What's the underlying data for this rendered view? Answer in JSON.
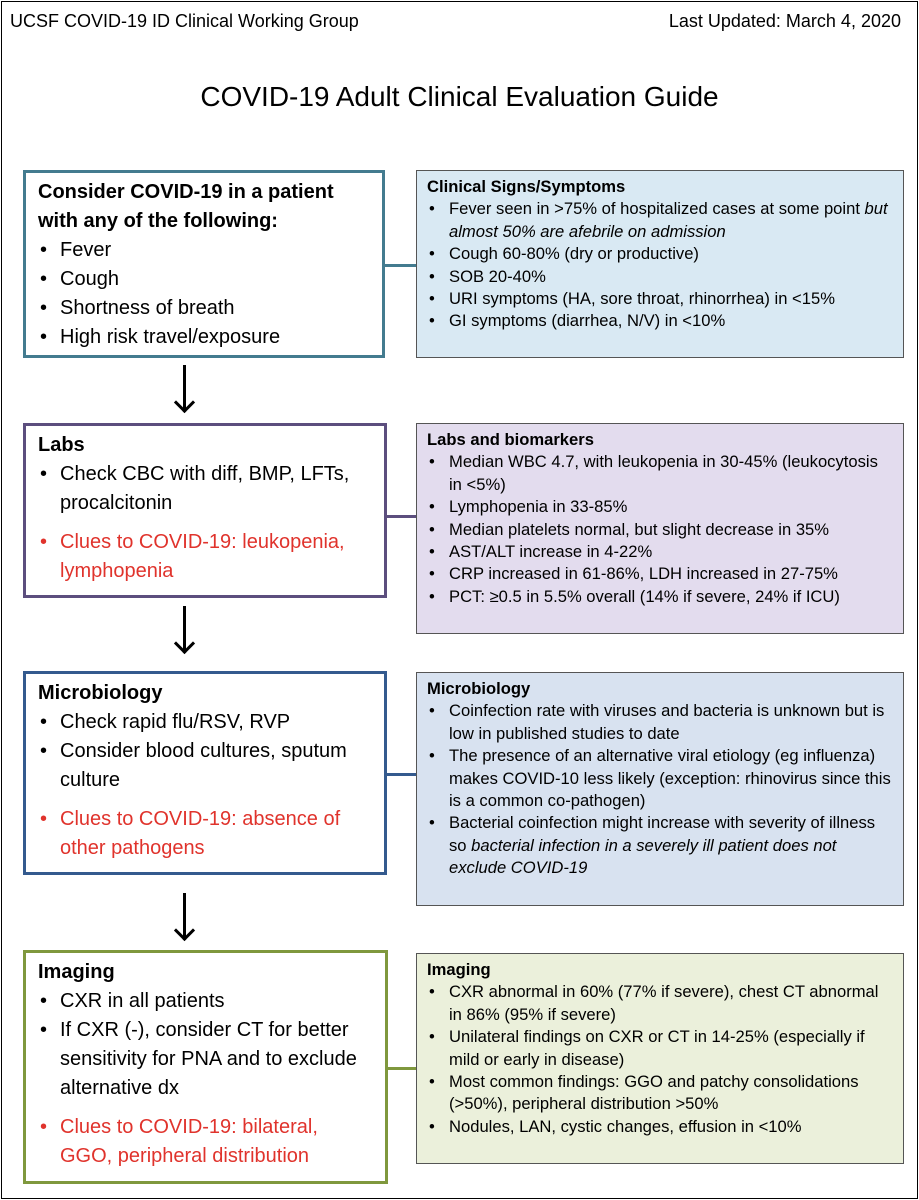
{
  "header": {
    "org": "UCSF COVID-19 ID Clinical Working Group",
    "updated": "Last Updated: March 4, 2020"
  },
  "title": "COVID-19 Adult Clinical Evaluation Guide",
  "colors": {
    "step1_border": "#437b8f",
    "step2_border": "#5c4e7e",
    "step3_border": "#345a8e",
    "step4_border": "#7f983d",
    "clue_text": "#e0332c",
    "panel1_bg": "#d9e9f3",
    "panel2_bg": "#e3dcee",
    "panel3_bg": "#d8e2f0",
    "panel4_bg": "#ebf0db"
  },
  "steps": [
    {
      "title": "Consider COVID-19 in a patient with any of the following:",
      "items": [
        "Fever",
        "Cough",
        "Shortness of breath",
        "High risk travel/exposure"
      ]
    },
    {
      "title": "Labs",
      "items": [
        "Check CBC with diff, BMP, LFTs, procalcitonin"
      ],
      "clue": "Clues to COVID-19: leukopenia, lymphopenia"
    },
    {
      "title": "Microbiology",
      "items": [
        "Check rapid flu/RSV, RVP",
        "Consider blood cultures, sputum culture"
      ],
      "clue": "Clues to COVID-19: absence of other pathogens"
    },
    {
      "title": "Imaging",
      "items": [
        "CXR in all patients",
        "If CXR (-), consider CT for better sensitivity for PNA and to exclude alternative dx"
      ],
      "clue": "Clues to COVID-19: bilateral, GGO, peripheral distribution"
    }
  ],
  "panels": [
    {
      "title": "Clinical Signs/Symptoms",
      "items": [
        {
          "text": "Fever seen in >75% of hospitalized cases at some point ",
          "italic": "but almost 50% are afebrile on admission"
        },
        {
          "text": "Cough 60-80% (dry or productive)"
        },
        {
          "text": "SOB 20-40%"
        },
        {
          "text": "URI symptoms (HA, sore throat, rhinorrhea) in <15%"
        },
        {
          "text": "GI symptoms (diarrhea, N/V) in <10%"
        }
      ]
    },
    {
      "title": "Labs and biomarkers",
      "items": [
        {
          "text": "Median WBC 4.7, with leukopenia in 30-45% (leukocytosis in <5%)"
        },
        {
          "text": "Lymphopenia in 33-85%"
        },
        {
          "text": "Median platelets normal, but slight decrease in 35%"
        },
        {
          "text": "AST/ALT increase in 4-22%"
        },
        {
          "text": "CRP increased in 61-86%, LDH increased in 27-75%"
        },
        {
          "text": "PCT: ≥0.5 in 5.5% overall (14% if severe, 24% if ICU)"
        }
      ]
    },
    {
      "title": "Microbiology",
      "items": [
        {
          "text": "Coinfection rate with viruses and bacteria is unknown but is low in published studies to date"
        },
        {
          "text": "The presence of an alternative viral etiology (eg influenza) makes COVID-10 less likely (exception: rhinovirus since this is a common co-pathogen)"
        },
        {
          "text": "Bacterial coinfection might increase with severity of illness so ",
          "italic": "bacterial infection in a severely ill patient does not exclude COVID-19"
        }
      ]
    },
    {
      "title": "Imaging",
      "items": [
        {
          "text": "CXR abnormal in 60% (77% if severe), chest CT abnormal in 86% (95% if severe)"
        },
        {
          "text": "Unilateral findings on CXR or CT in 14-25% (especially if mild or early in disease)"
        },
        {
          "text": "Most common findings: GGO and patchy consolidations (>50%), peripheral distribution >50%"
        },
        {
          "text": "Nodules, LAN, cystic changes, effusion in <10%"
        }
      ]
    }
  ]
}
